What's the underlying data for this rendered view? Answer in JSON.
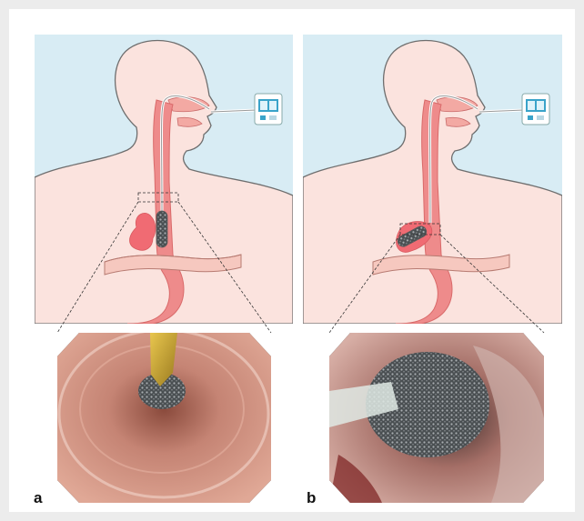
{
  "figure": {
    "panels": [
      {
        "label": "a",
        "view": "stent-in-esophagus",
        "endoscopic_view": "sponge-in-lumen"
      },
      {
        "label": "b",
        "view": "sponge-in-extraluminal-cavity",
        "endoscopic_view": "sponge-in-cavity"
      }
    ]
  },
  "colors": {
    "background": "#d8ecf4",
    "body_skin": "#fbe3de",
    "body_outline": "#6e6e6e",
    "esophagus": "#ee8b8b",
    "esophagus_dark": "#d96a6a",
    "sponge": "#6c6c6c",
    "device": "#3aa3c9",
    "mucosa": "#c98c7c"
  },
  "icons": [
    "vacuum-pump-icon"
  ]
}
